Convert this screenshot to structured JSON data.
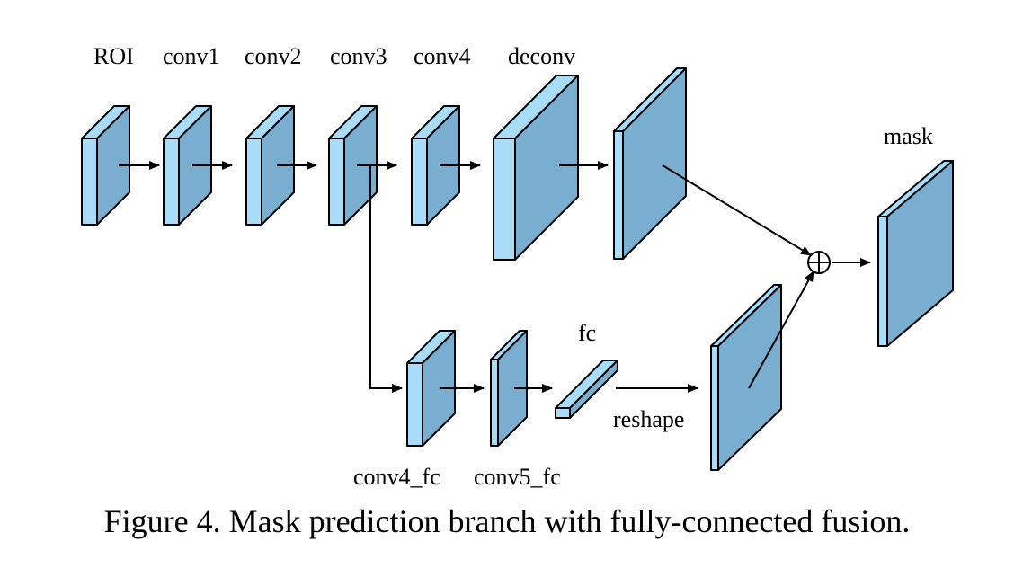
{
  "labels": {
    "roi": "ROI",
    "conv1": "conv1",
    "conv2": "conv2",
    "conv3": "conv3",
    "conv4": "conv4",
    "deconv": "deconv",
    "mask": "mask",
    "fc": "fc",
    "reshape": "reshape",
    "conv4_fc": "conv4_fc",
    "conv5_fc": "conv5_fc"
  },
  "caption": "Figure 4. Mask prediction branch with fully-connected fusion.",
  "colors": {
    "block_front": "#a8dcf8",
    "block_side": "#7aaed0",
    "block_top": "#a8dcf8",
    "stroke": "#000000",
    "background": "#ffffff"
  }
}
